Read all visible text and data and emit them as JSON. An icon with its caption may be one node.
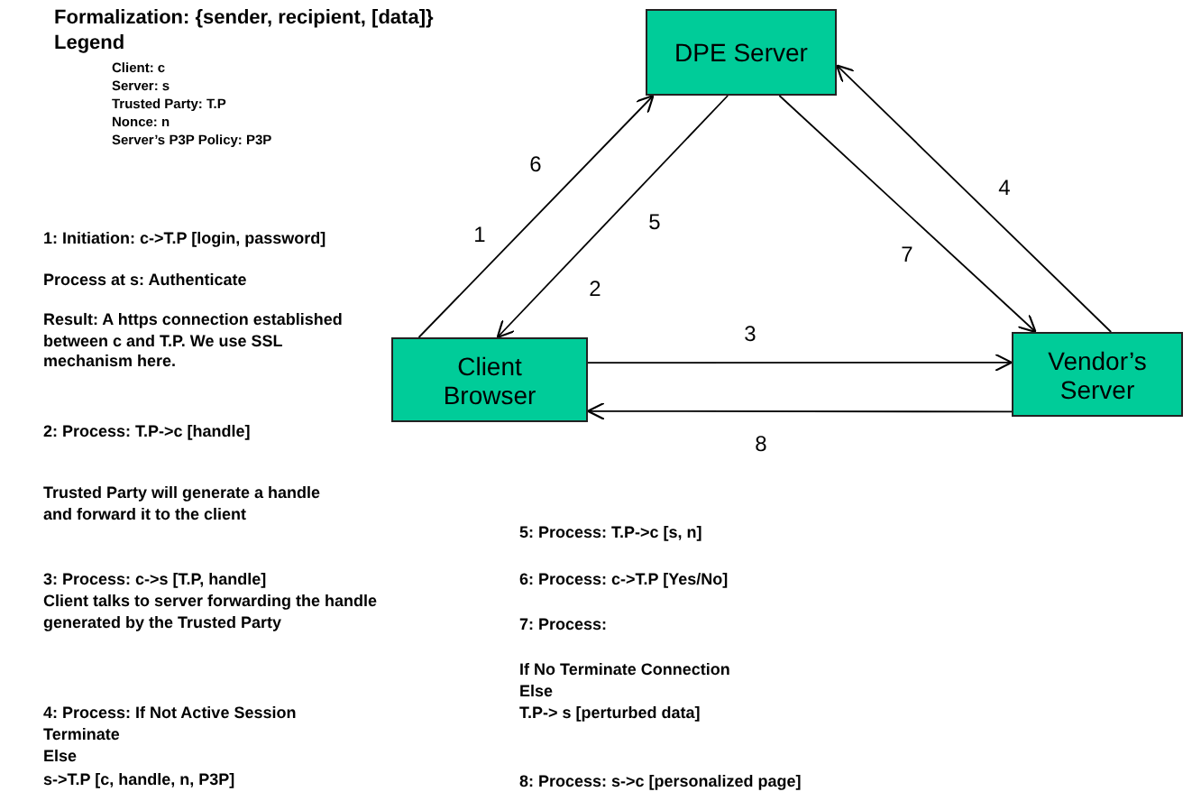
{
  "diagram": {
    "title": "Formalization: {sender, recipient, [data]}",
    "nodes": [
      {
        "text": [
          "DPE Server"
        ]
      },
      {
        "text": [
          "Client Browser"
        ]
      },
      {
        "text": [
          "Vendor’s Server"
        ]
      }
    ],
    "edges": [
      {
        "from": 1,
        "to": 0,
        "arrow": "to",
        "label": "1"
      },
      {
        "from": 0,
        "to": 1,
        "arrow": "to",
        "label": "2"
      },
      {
        "from": 0,
        "to": 2,
        "arrow": "to",
        "label": "7"
      },
      {
        "from": 2,
        "to": 0,
        "arrow": "to",
        "label": "4"
      },
      {
        "from": 1,
        "to": 2,
        "arrow": "to",
        "label": "3"
      },
      {
        "from": 2,
        "to": 1,
        "arrow": "to",
        "label": "8"
      }
    ],
    "labels": [
      "Legend",
      "Client: c",
      "Server: s",
      "Trusted Party: T.P",
      "Nonce: n",
      "Server’s P3P Policy: P3P",
      "6",
      "5",
      "1:  Initiation: c->T.P [login, password]",
      "Process at s: Authenticate",
      "Result: A https connection established between c and T.P. We use SSL mechanism here.",
      "2: Process: T.P->c [handle]",
      "Trusted Party will generate a handle and forward it to the client",
      "3: Process: c->s [T.P, handle]",
      "Client talks to server forwarding the handle generated by the Trusted Party",
      "4: Process: If Not Active Session",
      "Terminate",
      "Else",
      "s->T.P [c, handle, n, P3P]",
      "5: Process: T.P->c [s, n]",
      "6: Process: c->T.P [Yes/No]",
      "7: Process:",
      "If No Terminate Connection",
      "Else",
      "T.P-> s [perturbed data]",
      "8: Process: s->c [personalized page]"
    ]
  }
}
